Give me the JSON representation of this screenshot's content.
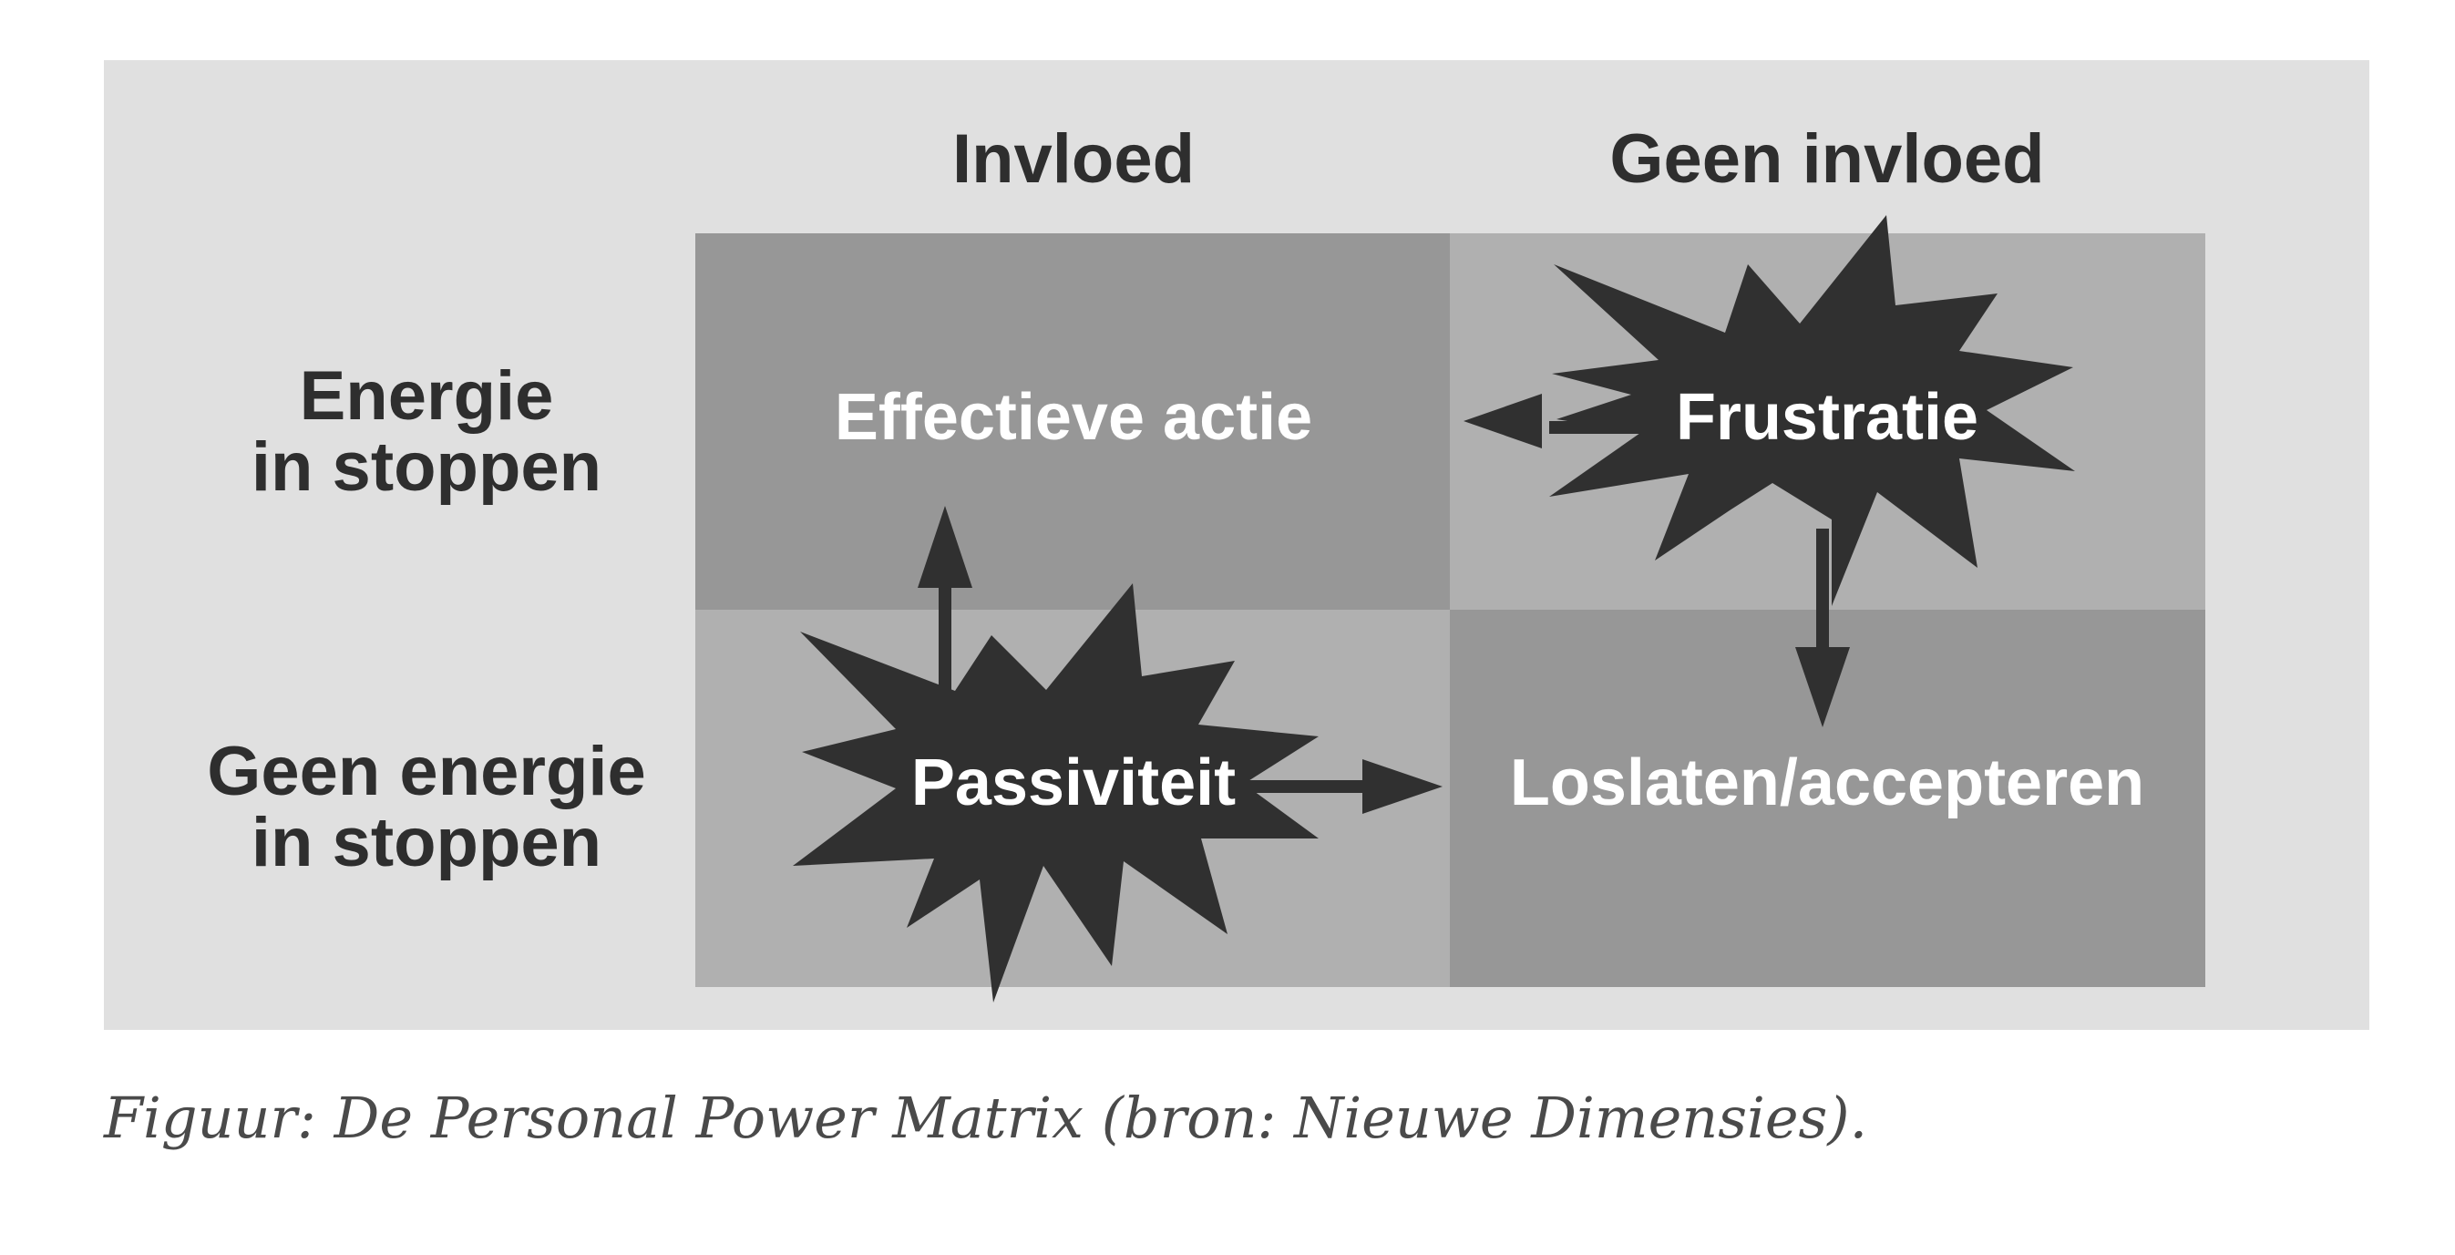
{
  "columns": [
    "Invloed",
    "Geen invloed"
  ],
  "rows": [
    [
      "Energie",
      "in stoppen"
    ],
    [
      "Geen energie",
      "in stoppen"
    ]
  ],
  "cells": {
    "top_left": "Effectieve actie",
    "top_right": "Frustratie",
    "bottom_left": "Passiviteit",
    "bottom_right": "Loslaten/accepteren"
  },
  "caption": "Figuur: De Personal Power Matrix (bron: Nieuwe Dimensies).",
  "colors": {
    "panel_background": "#e0e0e0",
    "dark_cell": "#979797",
    "light_cell": "#b0b0b0",
    "starburst": "#303030",
    "header_text": "#2e2e2e",
    "cell_text": "#ffffff",
    "caption_text": "#4a4a4a"
  },
  "icons": {
    "starburst_1": "starburst-icon",
    "starburst_2": "starburst-icon",
    "arrows": "arrow-icon"
  }
}
